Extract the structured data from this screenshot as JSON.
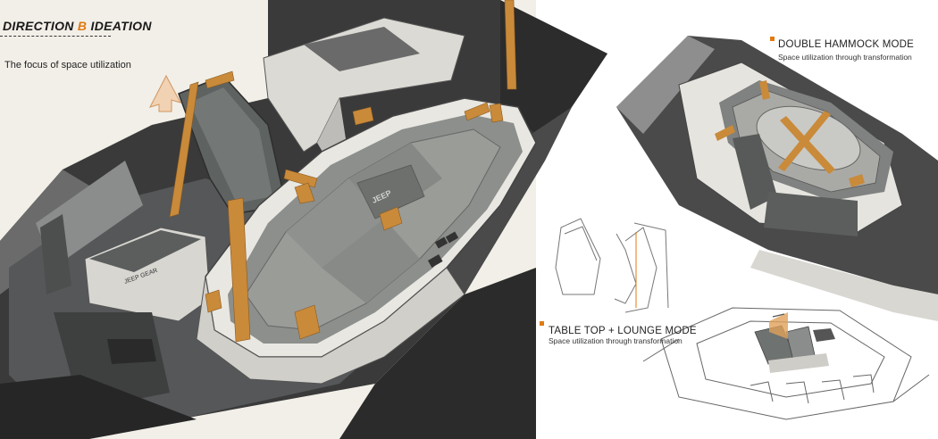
{
  "header": {
    "title_word1": "DIRECTION",
    "title_letter": "B",
    "title_word2": "IDEATION",
    "subtitle": "The focus of space utilization"
  },
  "modes": [
    {
      "name": "DOUBLE HAMMOCK MODE",
      "description": "Space utilization through transformation"
    },
    {
      "name": "TABLE TOP + LOUNGE MODE",
      "description": "Space utilization through transformation"
    }
  ],
  "sketch_badges": [
    "JEEP GEAR",
    "JEEP"
  ],
  "colors": {
    "accent": "#e07a12",
    "strap": "#c98a3a",
    "shell_dark": "#3c3c3c",
    "fabric": "#8a8c88",
    "background": "#f2efe8"
  }
}
